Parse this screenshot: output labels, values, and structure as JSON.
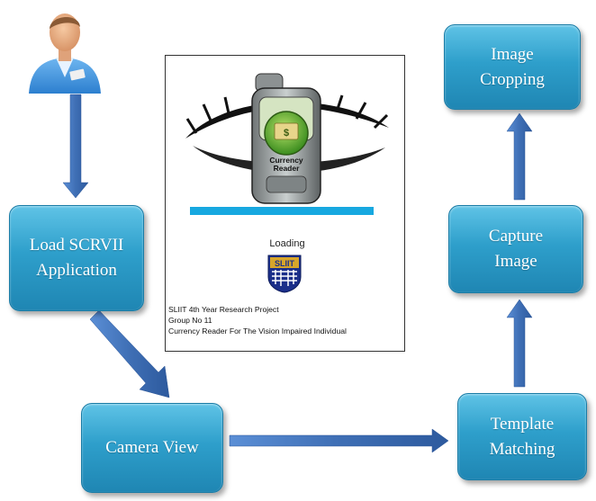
{
  "boxes": {
    "image_cropping": [
      "Image",
      "Cropping"
    ],
    "load_app": [
      "Load SCRVII",
      "Application"
    ],
    "capture_image": [
      "Capture",
      "Image"
    ],
    "camera_view": "Camera View",
    "template_matching": [
      "Template",
      "Matching"
    ]
  },
  "phone_screen": {
    "logo_text": [
      "Currency",
      "Reader"
    ],
    "loading": "Loading",
    "institution_logo": "SLIIT",
    "footer": [
      "SLIIT 4th Year Research Project",
      "Group No 11",
      "Currency Reader For The Vision Impaired Individual"
    ]
  },
  "colors": {
    "box_fill": "#2e9fcb",
    "arrow": "#3f6fb5",
    "progress_bar": "#17a8e0"
  },
  "icons": [
    "user-icon",
    "currency-reader-logo-icon",
    "sliit-logo-icon"
  ]
}
